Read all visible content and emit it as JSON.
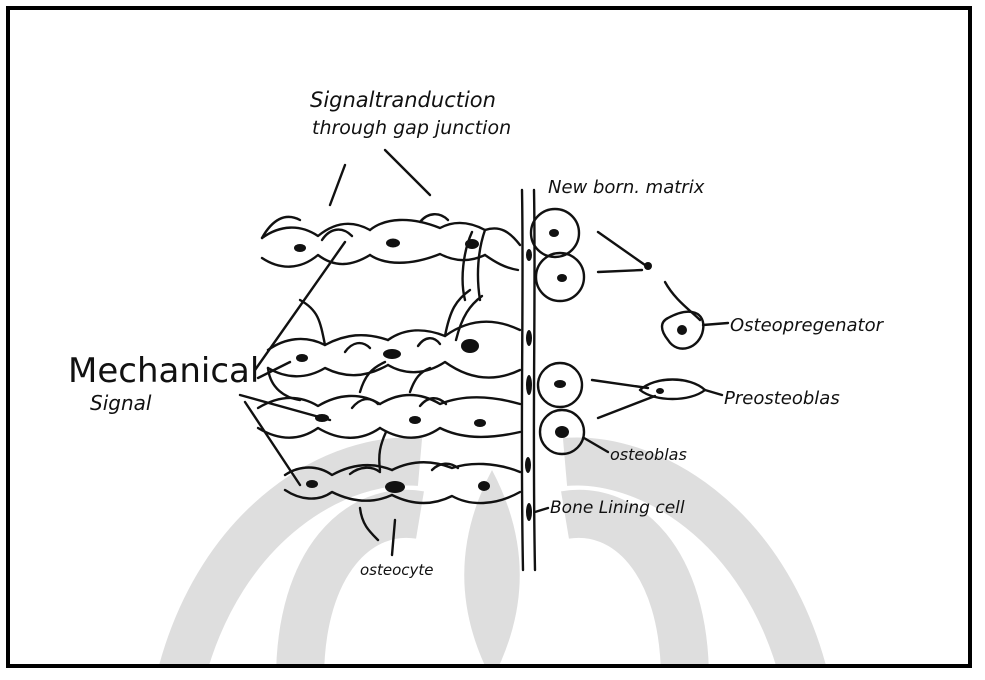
{
  "diagram": {
    "labels": {
      "signal_title_line1": "Signaltranduction",
      "signal_title_line2": "through gap junction",
      "new_born_matrix": "New born. matrix",
      "mechanical": "Mechanical",
      "signal": "Signal",
      "osteopregenator": "Osteopregenator",
      "preosteoblas": "Preosteoblas",
      "osteoblas": "osteoblas",
      "bone_lining_cell": "Bone Lining cell",
      "osteocyte": "osteocyte"
    }
  },
  "style": {
    "ink": "#111111",
    "watermark": "#d9d9d9"
  }
}
